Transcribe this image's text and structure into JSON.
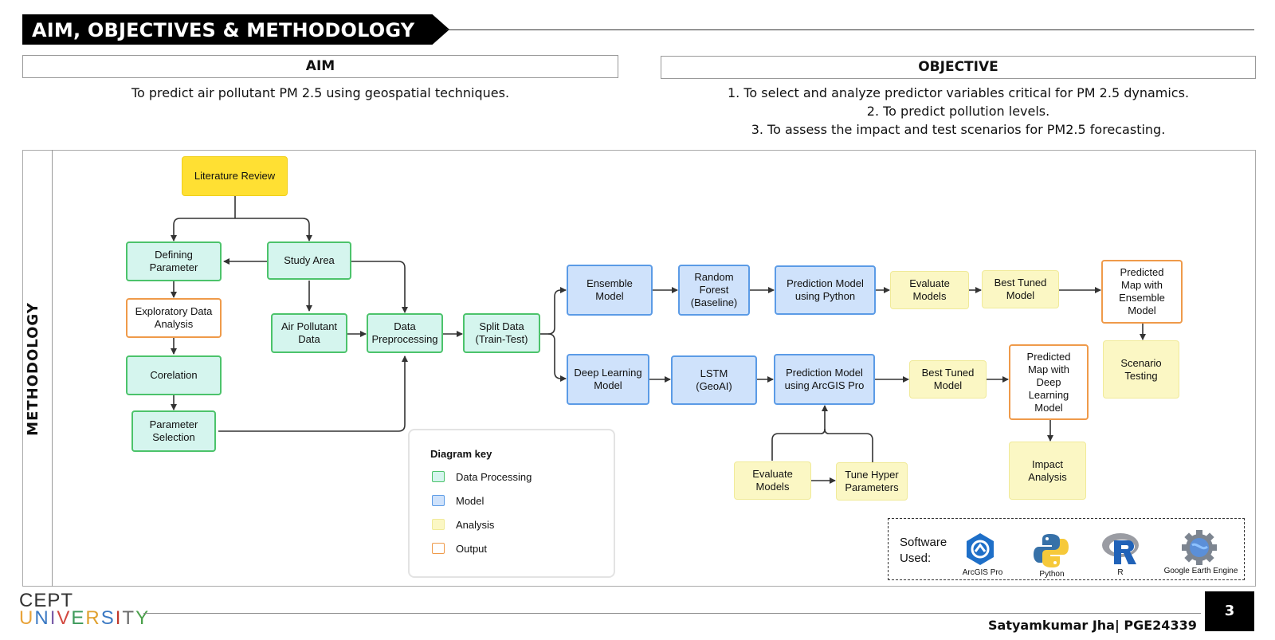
{
  "header": {
    "title": "AIM, OBJECTIVES & METHODOLOGY"
  },
  "aim": {
    "heading": "AIM",
    "text": "To predict air pollutant PM 2.5 using geospatial techniques."
  },
  "objective": {
    "heading": "OBJECTIVE",
    "items": [
      "1. To select and analyze predictor variables critical for PM 2.5 dynamics.",
      "2. To predict pollution levels.",
      "3. To assess the impact and test scenarios for PM2.5 forecasting."
    ]
  },
  "methodology": {
    "label": "METHODOLOGY",
    "nodes": {
      "literature_review": "Literature Review",
      "defining_parameter": "Defining\nParameter",
      "study_area": "Study Area",
      "exploratory_analysis": "Exploratory Data\nAnalysis",
      "air_pollutant_data": "Air Pollutant\nData",
      "data_preprocessing": "Data\nPreprocessing",
      "split_data": "Split Data\n(Train-Test)",
      "corelation": "Corelation",
      "parameter_selection": "Parameter\nSelection",
      "ensemble_model": "Ensemble\nModel",
      "random_forest": "Random\nForest\n(Baseline)",
      "prediction_python": "Prediction Model\nusing Python",
      "evaluate_models_1": "Evaluate\nModels",
      "best_tuned_1": "Best Tuned\nModel",
      "predicted_map_ensemble": "Predicted\nMap with\nEnsemble\nModel",
      "scenario_testing": "Scenario\nTesting",
      "deep_learning_model": "Deep Learning\nModel",
      "lstm": "LSTM\n(GeoAI)",
      "prediction_arcgis": "Prediction Model\nusing ArcGIS Pro",
      "best_tuned_2": "Best Tuned\nModel",
      "predicted_map_deep": "Predicted\nMap with\nDeep\nLearning\nModel",
      "impact_analysis": "Impact\nAnalysis",
      "evaluate_models_2": "Evaluate\nModels",
      "tune_hyper": "Tune Hyper\nParameters"
    },
    "key": {
      "title": "Diagram key",
      "items": [
        {
          "label": "Data Processing",
          "color": "#d5f5ee",
          "border": "#4cc36b"
        },
        {
          "label": "Model",
          "color": "#cfe2fb",
          "border": "#5b9be6"
        },
        {
          "label": "Analysis",
          "color": "#fbf7c4",
          "border": "#f0ea99"
        },
        {
          "label": "Output",
          "color": "#ffffff",
          "border": "#ef9a4a"
        }
      ]
    },
    "software": {
      "label": "Software\nUsed:",
      "items": [
        {
          "name": "ArcGIS Pro",
          "icon": "arcgis-pro-icon"
        },
        {
          "name": "Python",
          "icon": "python-icon"
        },
        {
          "name": "R",
          "icon": "r-language-icon"
        },
        {
          "name": "Google Earth Engine",
          "icon": "google-earth-engine-icon"
        }
      ]
    }
  },
  "footer": {
    "logo_line1": "CEPT",
    "logo_line2": "UNIVERSITY",
    "author": "Satyamkumar Jha| PGE24339",
    "page_number": "3"
  }
}
